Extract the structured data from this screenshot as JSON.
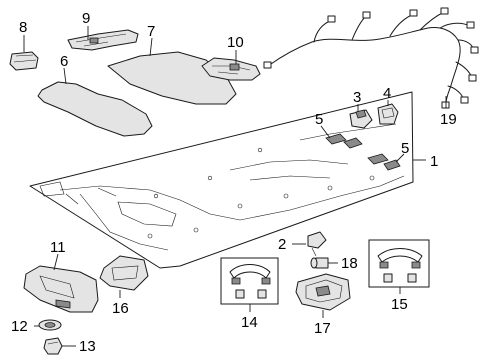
{
  "callouts": [
    {
      "id": "c1",
      "label": "1"
    },
    {
      "id": "c2",
      "label": "2"
    },
    {
      "id": "c3",
      "label": "3"
    },
    {
      "id": "c4",
      "label": "4"
    },
    {
      "id": "c5a",
      "label": "5"
    },
    {
      "id": "c5b",
      "label": "5"
    },
    {
      "id": "c6",
      "label": "6"
    },
    {
      "id": "c7",
      "label": "7"
    },
    {
      "id": "c8",
      "label": "8"
    },
    {
      "id": "c9",
      "label": "9"
    },
    {
      "id": "c10",
      "label": "10"
    },
    {
      "id": "c11",
      "label": "11"
    },
    {
      "id": "c12",
      "label": "12"
    },
    {
      "id": "c13",
      "label": "13"
    },
    {
      "id": "c14",
      "label": "14"
    },
    {
      "id": "c15",
      "label": "15"
    },
    {
      "id": "c16",
      "label": "16"
    },
    {
      "id": "c17",
      "label": "17"
    },
    {
      "id": "c18",
      "label": "18"
    },
    {
      "id": "c19",
      "label": "19"
    }
  ]
}
